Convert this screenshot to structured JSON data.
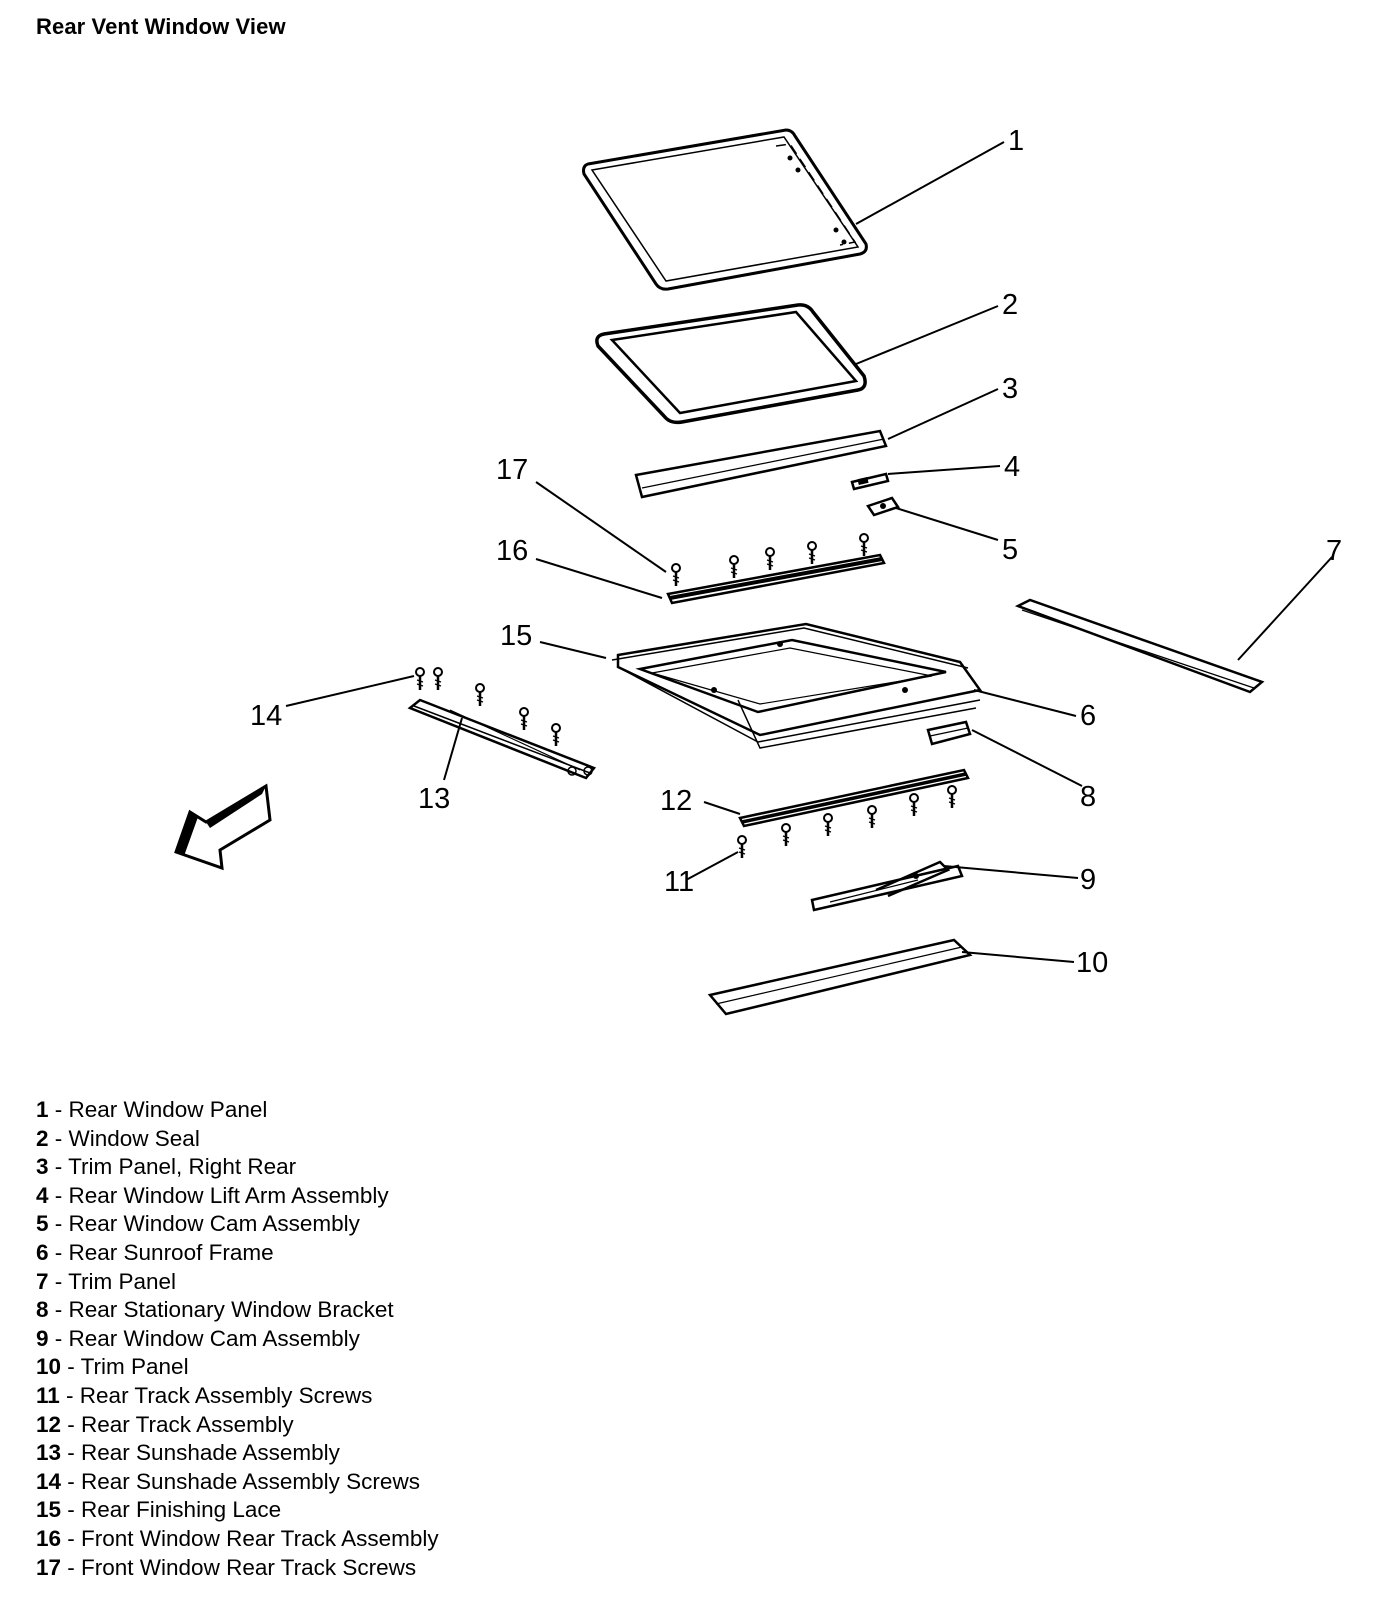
{
  "title": "Rear Vent Window View",
  "legend_separator": " - ",
  "callouts": [
    "1",
    "2",
    "3",
    "4",
    "5",
    "6",
    "7",
    "8",
    "9",
    "10",
    "11",
    "12",
    "13",
    "14",
    "15",
    "16",
    "17"
  ],
  "legend": [
    {
      "num": "1",
      "label": "Rear Window Panel"
    },
    {
      "num": "2",
      "label": "Window Seal"
    },
    {
      "num": "3",
      "label": "Trim Panel, Right Rear"
    },
    {
      "num": "4",
      "label": "Rear Window Lift Arm Assembly"
    },
    {
      "num": "5",
      "label": "Rear Window Cam Assembly"
    },
    {
      "num": "6",
      "label": "Rear Sunroof Frame"
    },
    {
      "num": "7",
      "label": "Trim Panel"
    },
    {
      "num": "8",
      "label": "Rear Stationary Window Bracket"
    },
    {
      "num": "9",
      "label": "Rear Window Cam Assembly"
    },
    {
      "num": "10",
      "label": "Trim Panel"
    },
    {
      "num": "11",
      "label": "Rear Track Assembly Screws"
    },
    {
      "num": "12",
      "label": "Rear Track Assembly"
    },
    {
      "num": "13",
      "label": "Rear Sunshade Assembly"
    },
    {
      "num": "14",
      "label": "Rear Sunshade Assembly Screws"
    },
    {
      "num": "15",
      "label": "Rear Finishing Lace"
    },
    {
      "num": "16",
      "label": "Front Window Rear Track Assembly"
    },
    {
      "num": "17",
      "label": "Front Window Rear Track Screws"
    }
  ]
}
